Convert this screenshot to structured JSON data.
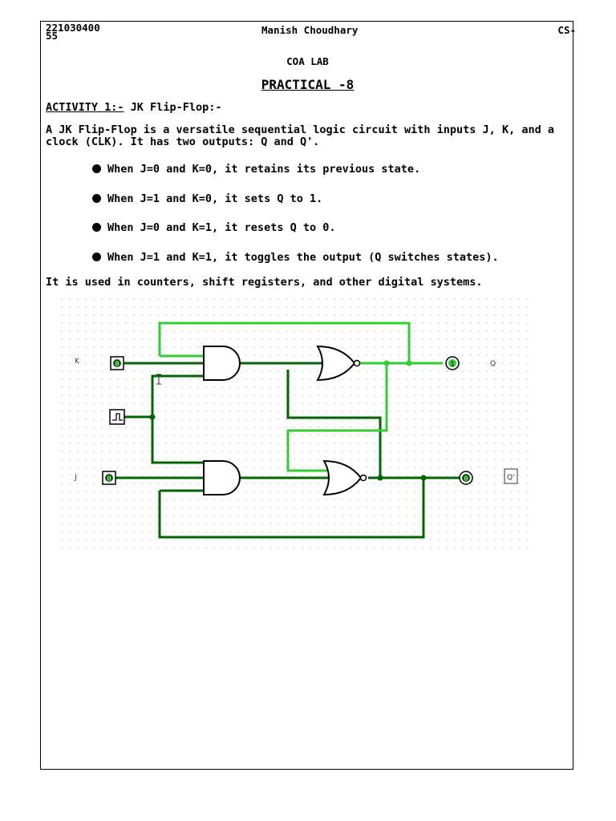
{
  "header": {
    "roll_number": "221030400\n55",
    "author": "Manish Choudhary",
    "section": "CS-",
    "course": "COA LAB"
  },
  "title": "PRACTICAL -8",
  "activity": {
    "label": "ACTIVITY 1:-",
    "name": " JK Flip-Flop:-"
  },
  "intro": "A JK Flip-Flop is a versatile sequential logic circuit with inputs J, K, and a clock (CLK). It has two outputs: Q and Q'.",
  "bullets": [
    "When J=0 and K=0, it retains its previous state.",
    "When J=1 and K=0, it sets Q to 1.",
    "When J=0 and K=1, it resets Q to 0.",
    "When J=1 and K=1, it toggles the output (Q switches states)."
  ],
  "outro": "It is used in counters, shift registers, and other digital systems.",
  "circuit": {
    "labels": {
      "k": "K",
      "j": "J",
      "q": "Q",
      "qbar": "Q'"
    },
    "input_k_value": "0",
    "input_j_value": "0",
    "output_q_value": "1",
    "output_qbar_value": "0",
    "colors": {
      "active_wire": "#33cc33",
      "inactive_wire": "#006400",
      "grid_dot": "#cfcfcf"
    }
  }
}
